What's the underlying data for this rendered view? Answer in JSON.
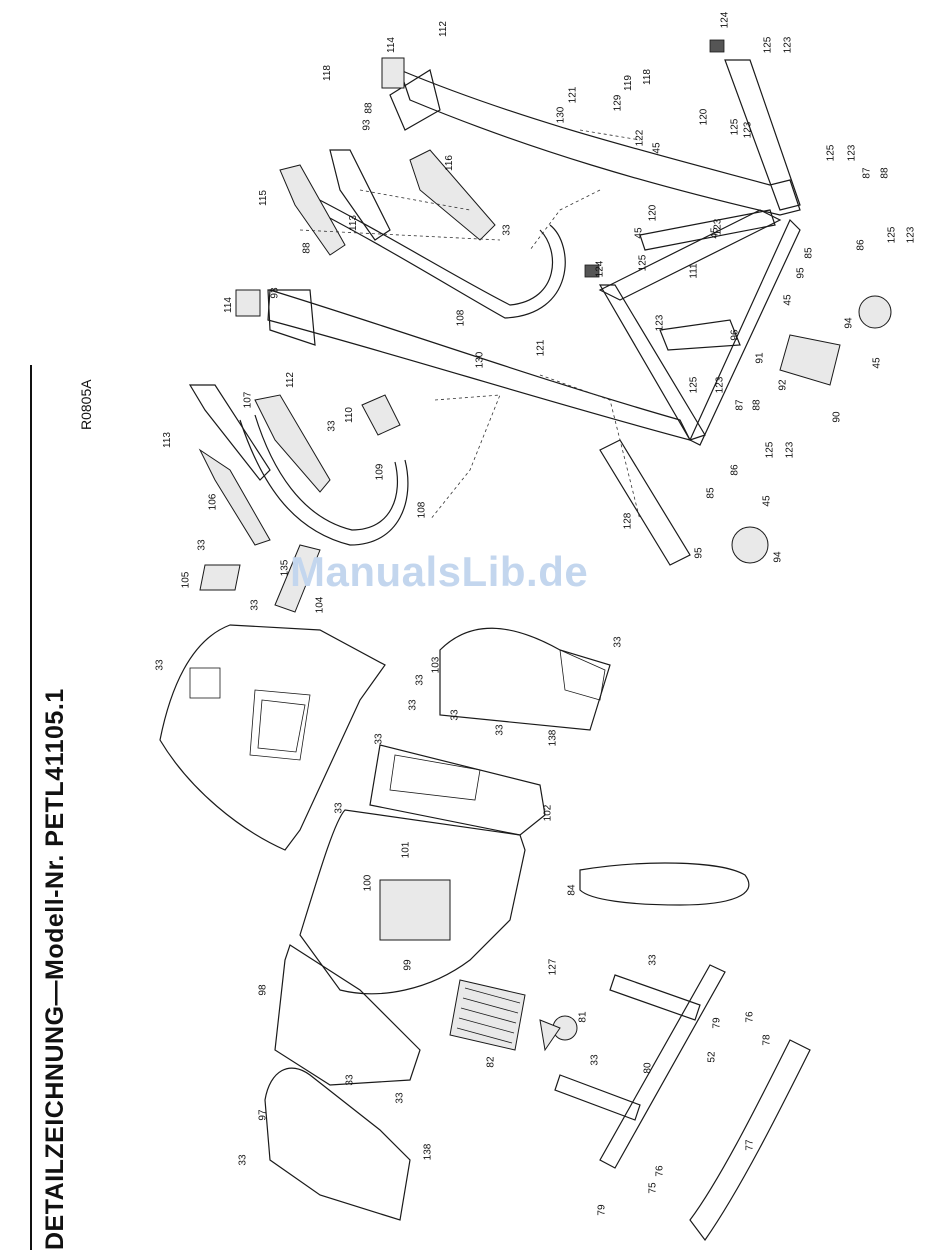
{
  "header": {
    "title": "DETAILZEICHNUNG—Modell-Nr. PETL41105.1",
    "code": "R0805A"
  },
  "watermark": "ManualsLib.de",
  "callouts": [
    {
      "id": "c1",
      "text": "33"
    },
    {
      "id": "c2",
      "text": "33"
    },
    {
      "id": "c3",
      "text": "97"
    },
    {
      "id": "c4",
      "text": "33"
    },
    {
      "id": "c5",
      "text": "138"
    },
    {
      "id": "c6",
      "text": "98"
    },
    {
      "id": "c7",
      "text": "99"
    },
    {
      "id": "c8",
      "text": "100"
    },
    {
      "id": "c9",
      "text": "101"
    },
    {
      "id": "c10",
      "text": "102"
    },
    {
      "id": "c11",
      "text": "33"
    },
    {
      "id": "c12",
      "text": "33"
    },
    {
      "id": "c13",
      "text": "33"
    },
    {
      "id": "c14",
      "text": "104"
    },
    {
      "id": "c15",
      "text": "33"
    },
    {
      "id": "c16",
      "text": "33"
    },
    {
      "id": "c17",
      "text": "105"
    },
    {
      "id": "c18",
      "text": "33"
    },
    {
      "id": "c19",
      "text": "135"
    },
    {
      "id": "c20",
      "text": "33"
    },
    {
      "id": "c21",
      "text": "103"
    },
    {
      "id": "c22",
      "text": "33"
    },
    {
      "id": "c23",
      "text": "33"
    },
    {
      "id": "c24",
      "text": "33"
    },
    {
      "id": "c25",
      "text": "138"
    },
    {
      "id": "c26",
      "text": "106"
    },
    {
      "id": "c27",
      "text": "113"
    },
    {
      "id": "c28",
      "text": "107"
    },
    {
      "id": "c29",
      "text": "33"
    },
    {
      "id": "c30",
      "text": "110"
    },
    {
      "id": "c31",
      "text": "109"
    },
    {
      "id": "c32",
      "text": "108"
    },
    {
      "id": "c33",
      "text": "114"
    },
    {
      "id": "c34",
      "text": "93"
    },
    {
      "id": "c35",
      "text": "112"
    },
    {
      "id": "c36",
      "text": "88"
    },
    {
      "id": "c37",
      "text": "130"
    },
    {
      "id": "c38",
      "text": "121"
    },
    {
      "id": "c39",
      "text": "108"
    },
    {
      "id": "c40",
      "text": "115"
    },
    {
      "id": "c41",
      "text": "113"
    },
    {
      "id": "c42",
      "text": "116"
    },
    {
      "id": "c43",
      "text": "33"
    },
    {
      "id": "c44",
      "text": "93"
    },
    {
      "id": "c45",
      "text": "88"
    },
    {
      "id": "c46",
      "text": "118"
    },
    {
      "id": "c47",
      "text": "114"
    },
    {
      "id": "c48",
      "text": "112"
    },
    {
      "id": "c49",
      "text": "130"
    },
    {
      "id": "c50",
      "text": "121"
    },
    {
      "id": "c51",
      "text": "129"
    },
    {
      "id": "c52",
      "text": "119"
    },
    {
      "id": "c53",
      "text": "118"
    },
    {
      "id": "c54",
      "text": "122"
    },
    {
      "id": "c55",
      "text": "45"
    },
    {
      "id": "c56",
      "text": "120"
    },
    {
      "id": "c57",
      "text": "125"
    },
    {
      "id": "c58",
      "text": "123"
    },
    {
      "id": "c59",
      "text": "124"
    },
    {
      "id": "c60",
      "text": "125"
    },
    {
      "id": "c61",
      "text": "123"
    },
    {
      "id": "c62",
      "text": "125"
    },
    {
      "id": "c63",
      "text": "123"
    },
    {
      "id": "c64",
      "text": "87"
    },
    {
      "id": "c65",
      "text": "88"
    },
    {
      "id": "c66",
      "text": "125"
    },
    {
      "id": "c67",
      "text": "123"
    },
    {
      "id": "c68",
      "text": "86"
    },
    {
      "id": "c69",
      "text": "85"
    },
    {
      "id": "c70",
      "text": "95"
    },
    {
      "id": "c71",
      "text": "45"
    },
    {
      "id": "c72",
      "text": "94"
    },
    {
      "id": "c73",
      "text": "120"
    },
    {
      "id": "c74",
      "text": "45"
    },
    {
      "id": "c75",
      "text": "45"
    },
    {
      "id": "c76",
      "text": "123"
    },
    {
      "id": "c77",
      "text": "125"
    },
    {
      "id": "c78",
      "text": "111"
    },
    {
      "id": "c79",
      "text": "124"
    },
    {
      "id": "c80",
      "text": "123"
    },
    {
      "id": "c81",
      "text": "96"
    },
    {
      "id": "c82",
      "text": "91"
    },
    {
      "id": "c83",
      "text": "92"
    },
    {
      "id": "c84",
      "text": "45"
    },
    {
      "id": "c85",
      "text": "90"
    },
    {
      "id": "c86",
      "text": "125"
    },
    {
      "id": "c87",
      "text": "123"
    },
    {
      "id": "c88",
      "text": "87"
    },
    {
      "id": "c89",
      "text": "88"
    },
    {
      "id": "c90",
      "text": "125"
    },
    {
      "id": "c91",
      "text": "123"
    },
    {
      "id": "c92",
      "text": "86"
    },
    {
      "id": "c93",
      "text": "85"
    },
    {
      "id": "c94",
      "text": "45"
    },
    {
      "id": "c95",
      "text": "128"
    },
    {
      "id": "c96",
      "text": "95"
    },
    {
      "id": "c97",
      "text": "94"
    },
    {
      "id": "c98",
      "text": "84"
    },
    {
      "id": "c99",
      "text": "127"
    },
    {
      "id": "c100",
      "text": "81"
    },
    {
      "id": "c101",
      "text": "82"
    },
    {
      "id": "c102",
      "text": "33"
    },
    {
      "id": "c103",
      "text": "33"
    },
    {
      "id": "c104",
      "text": "79"
    },
    {
      "id": "c105",
      "text": "80"
    },
    {
      "id": "c106",
      "text": "76"
    },
    {
      "id": "c107",
      "text": "78"
    },
    {
      "id": "c108",
      "text": "52"
    },
    {
      "id": "c109",
      "text": "77"
    },
    {
      "id": "c110",
      "text": "76"
    },
    {
      "id": "c111",
      "text": "75"
    },
    {
      "id": "c112",
      "text": "79"
    }
  ]
}
